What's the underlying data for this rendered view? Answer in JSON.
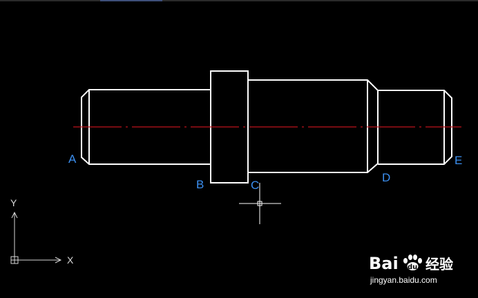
{
  "drawing": {
    "point_labels": {
      "a": "A",
      "b": "B",
      "c": "C",
      "d": "D",
      "e": "E"
    },
    "ucs": {
      "x_label": "X",
      "y_label": "Y"
    },
    "colors": {
      "background": "#000000",
      "geometry": "#ffffff",
      "centerline": "#c0141c",
      "labels": "#3b8ff0",
      "ucs": "#d8d8d8"
    }
  },
  "watermark": {
    "brand": "Bai",
    "brand_suffix": "du",
    "product": "经验",
    "url": "jingyan.baidu.com"
  }
}
